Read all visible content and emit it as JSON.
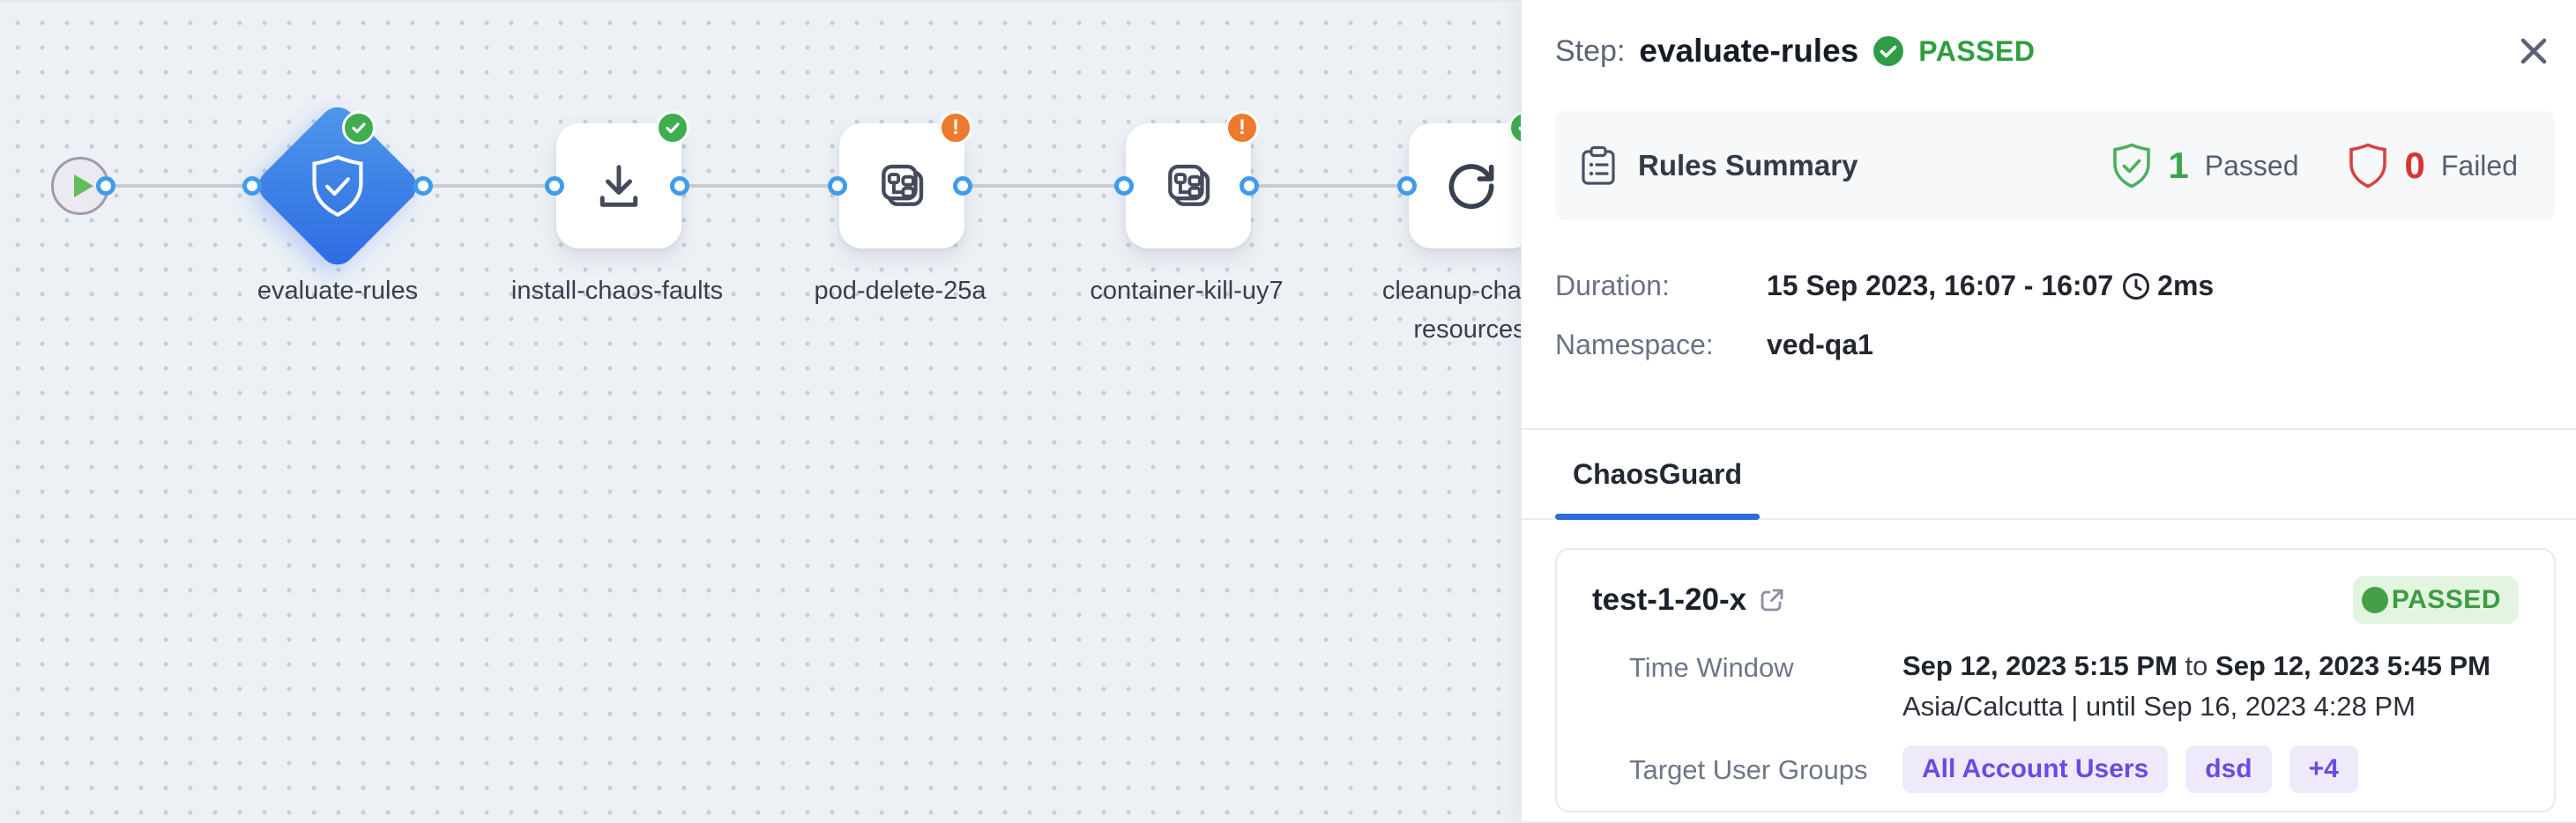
{
  "canvas": {
    "start_node": {
      "icon": "play-icon"
    },
    "nodes": [
      {
        "label": "evaluate-rules",
        "shape": "diamond",
        "icon": "shield-check-icon",
        "status": "passed"
      },
      {
        "label": "install-chaos-faults",
        "shape": "square",
        "icon": "download-icon",
        "status": "passed"
      },
      {
        "label": "pod-delete-25a",
        "shape": "square",
        "icon": "chaos-fault-icon",
        "status": "warning"
      },
      {
        "label": "container-kill-uy7",
        "shape": "square",
        "icon": "chaos-fault-icon",
        "status": "warning"
      },
      {
        "label": "cleanup-chaos-resources",
        "shape": "square",
        "icon": "retry-icon",
        "status": "passed"
      }
    ]
  },
  "panel": {
    "header": {
      "step_label": "Step:",
      "step_name": "evaluate-rules",
      "status": "PASSED",
      "status_icon": "check-circle-icon",
      "close_icon": "close-icon"
    },
    "rules_summary": {
      "icon": "clipboard-icon",
      "title": "Rules Summary",
      "passed_count": "1",
      "passed_label": "Passed",
      "passed_icon": "shield-ok-icon",
      "failed_count": "0",
      "failed_label": "Failed",
      "failed_icon": "shield-fail-icon"
    },
    "details": {
      "duration_label": "Duration:",
      "duration_value": "15 Sep 2023, 16:07 - 16:07",
      "duration_ms": "2ms",
      "clock_icon": "clock-icon",
      "namespace_label": "Namespace:",
      "namespace_value": "ved-qa1"
    },
    "tabs": [
      {
        "label": "ChaosGuard",
        "active": true
      }
    ],
    "guard_card": {
      "title": "test-1-20-x",
      "external_link_icon": "external-link-icon",
      "status": "PASSED",
      "time_window_label": "Time Window",
      "time_from": "Sep 12, 2023 5:15 PM",
      "time_join": " to ",
      "time_to": "Sep 12, 2023 5:45 PM",
      "timezone_line": "Asia/Calcutta | until Sep 16, 2023 4:28 PM",
      "target_label": "Target User Groups",
      "groups": [
        "All Account Users",
        "dsd",
        "+4"
      ]
    }
  },
  "colors": {
    "accent_blue": "#2d6ae3",
    "connector_blue": "#3f9ced",
    "status_green": "#3fae4f",
    "status_orange": "#ed7a2d",
    "passed_text_green": "#2f9e3f",
    "failed_red": "#d63434",
    "purple_pill_text": "#6d49e3",
    "purple_pill_bg": "#eeeafb",
    "passed_pill_bg": "#e3f5e1",
    "canvas_bg": "#edf1f6"
  }
}
